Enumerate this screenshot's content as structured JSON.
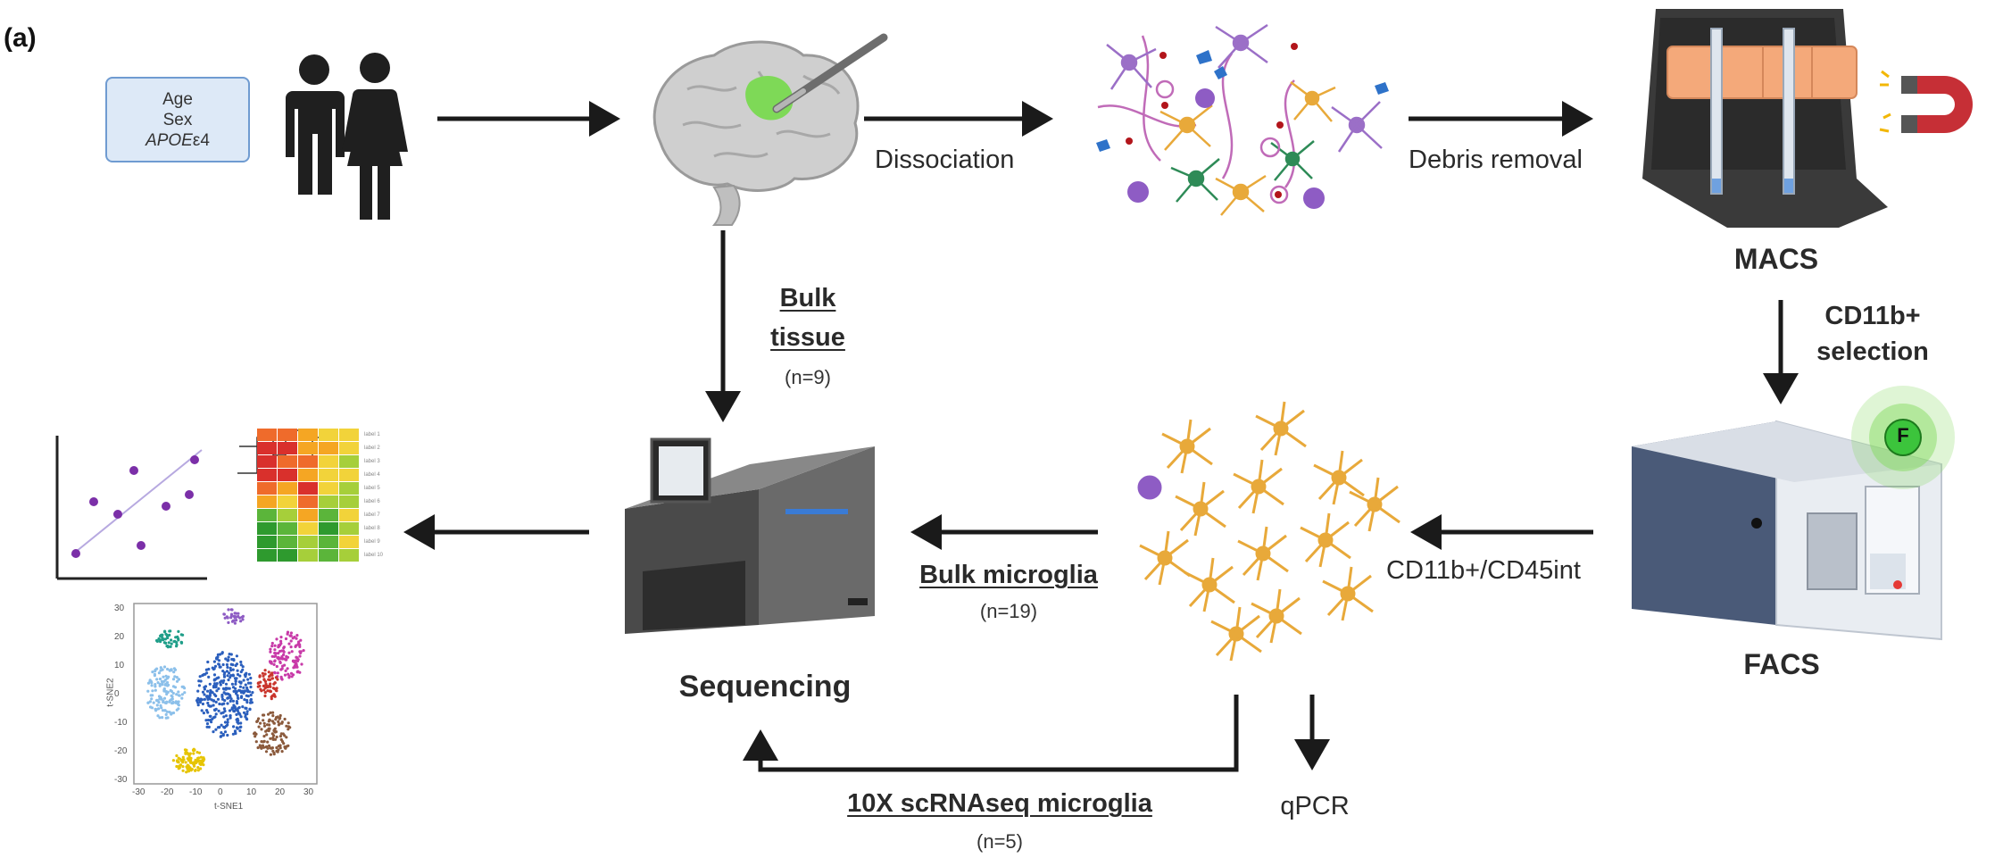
{
  "panel_label": "(a)",
  "demographics": {
    "line1": "Age",
    "line2": "Sex",
    "line3_italic": "APOE",
    "line3_suffix": "ε4"
  },
  "steps": {
    "dissociation": "Dissociation",
    "debris_removal": "Debris removal",
    "macs": "MACS",
    "cd11b_line1": "CD11b+",
    "cd11b_line2": "selection",
    "facs": "FACS",
    "facs_gate": "CD11b+/CD45int",
    "facs_badge": "F",
    "bulk_tissue_line1": "Bulk",
    "bulk_tissue_line2": "tissue",
    "bulk_tissue_n": "(n=9)",
    "bulk_microglia": "Bulk microglia",
    "bulk_microglia_n": "(n=19)",
    "sequencing": "Sequencing",
    "sc_microglia": "10X scRNAseq microglia",
    "sc_microglia_n": "(n=5)",
    "qpcr": "qPCR"
  },
  "tsne": {
    "xlabel": "t-SNE1",
    "ylabel": "t-SNE2",
    "x_ticks": [
      "-30",
      "-20",
      "-10",
      "0",
      "10",
      "20",
      "30"
    ],
    "y_ticks": [
      "30",
      "20",
      "10",
      "0",
      "-10",
      "-20",
      "-30"
    ]
  },
  "colors": {
    "arrow": "#1a1a1a",
    "highlight_green": "#7ed957",
    "microglia": "#e8a93a",
    "cell_purple": "#9b6fc7",
    "cell_green": "#2e8b57",
    "macs_orange": "#f4a97a",
    "facs_body": "#4a5a78",
    "magnet_red": "#c62f36"
  }
}
